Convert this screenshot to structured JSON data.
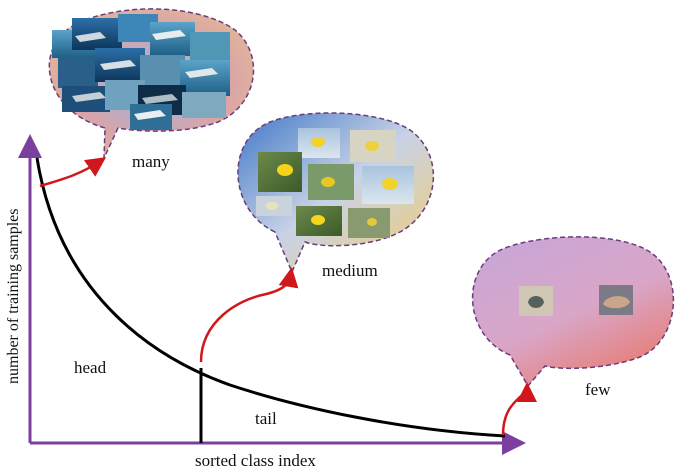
{
  "axes": {
    "x_label": "sorted class index",
    "y_label": "number of training samples"
  },
  "regions": {
    "head_label": "head",
    "tail_label": "tail"
  },
  "groups": {
    "many": {
      "label": "many",
      "subject": "shark photographs"
    },
    "medium": {
      "label": "medium",
      "subject": "yellow bird photographs"
    },
    "few": {
      "label": "few",
      "subject": "rare animal photographs"
    }
  },
  "colors": {
    "axis": "#7b3fa0",
    "curve": "#000000",
    "arrow": "#d0181c",
    "bubble_border": "#6a3d7a"
  }
}
